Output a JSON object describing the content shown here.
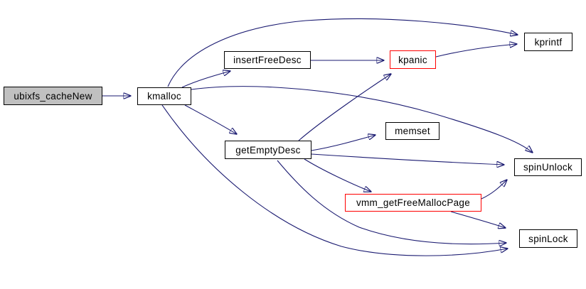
{
  "diagram": {
    "kind": "doxygen-call-graph",
    "background_color": "#ffffff",
    "edge_color": "#191970",
    "node_border_color": "#000000",
    "truncated_node_border_color": "#ff0000",
    "current_node_fill": "#c0c0c0",
    "node_fill": "#ffffff",
    "nodes": [
      {
        "id": "ubixfs_cacheNew",
        "label": "ubixfs_cacheNew",
        "style": "current"
      },
      {
        "id": "kmalloc",
        "label": "kmalloc",
        "style": "normal"
      },
      {
        "id": "insertFreeDesc",
        "label": "insertFreeDesc",
        "style": "normal"
      },
      {
        "id": "kpanic",
        "label": "kpanic",
        "style": "truncated"
      },
      {
        "id": "kprintf",
        "label": "kprintf",
        "style": "normal"
      },
      {
        "id": "memset",
        "label": "memset",
        "style": "normal"
      },
      {
        "id": "getEmptyDesc",
        "label": "getEmptyDesc",
        "style": "normal"
      },
      {
        "id": "spinUnlock",
        "label": "spinUnlock",
        "style": "normal"
      },
      {
        "id": "vmm_getFreeMallocPage",
        "label": "vmm_getFreeMallocPage",
        "style": "truncated"
      },
      {
        "id": "spinLock",
        "label": "spinLock",
        "style": "normal"
      }
    ],
    "edges": [
      {
        "from": "ubixfs_cacheNew",
        "to": "kmalloc"
      },
      {
        "from": "kmalloc",
        "to": "insertFreeDesc"
      },
      {
        "from": "kmalloc",
        "to": "kprintf"
      },
      {
        "from": "kmalloc",
        "to": "getEmptyDesc"
      },
      {
        "from": "kmalloc",
        "to": "spinUnlock"
      },
      {
        "from": "kmalloc",
        "to": "spinLock"
      },
      {
        "from": "insertFreeDesc",
        "to": "kpanic"
      },
      {
        "from": "kpanic",
        "to": "kprintf"
      },
      {
        "from": "getEmptyDesc",
        "to": "kpanic"
      },
      {
        "from": "getEmptyDesc",
        "to": "memset"
      },
      {
        "from": "getEmptyDesc",
        "to": "spinUnlock"
      },
      {
        "from": "getEmptyDesc",
        "to": "vmm_getFreeMallocPage"
      },
      {
        "from": "getEmptyDesc",
        "to": "spinLock"
      },
      {
        "from": "vmm_getFreeMallocPage",
        "to": "spinUnlock"
      },
      {
        "from": "vmm_getFreeMallocPage",
        "to": "spinLock"
      }
    ]
  }
}
